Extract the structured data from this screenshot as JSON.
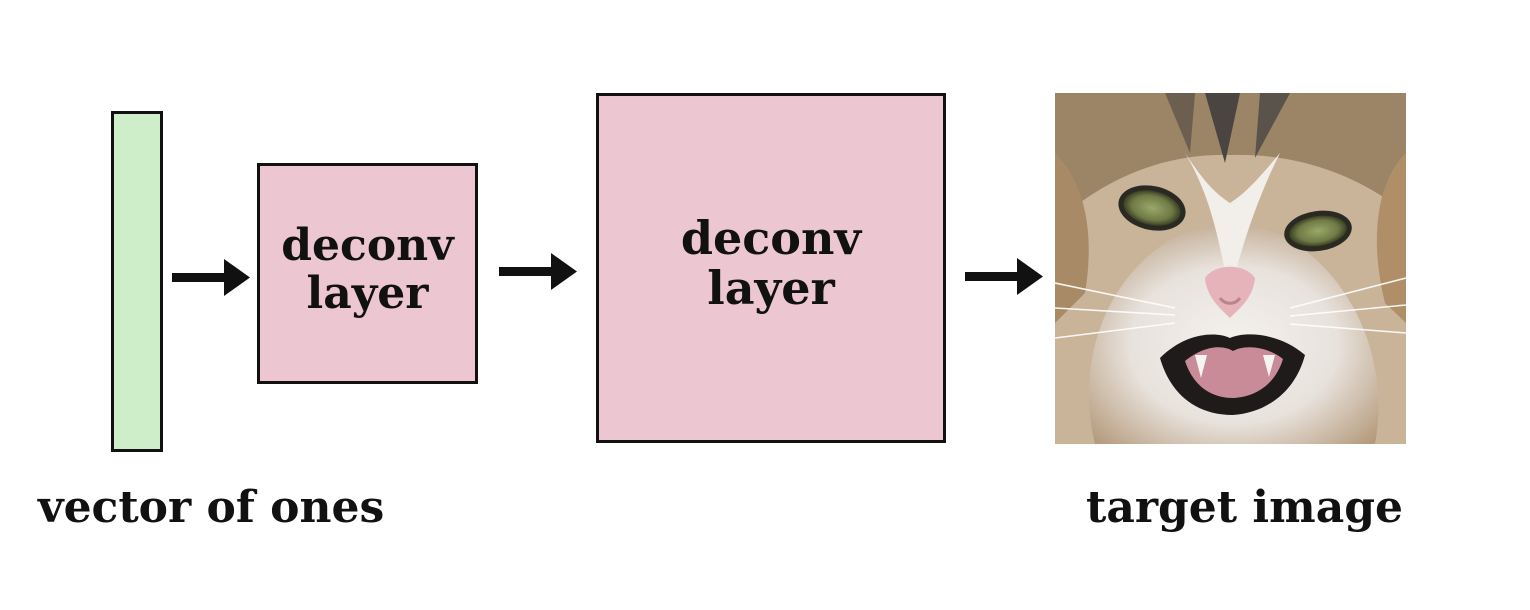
{
  "diagram": {
    "nodes": [
      {
        "id": "vector",
        "label": "",
        "color": "#cdeec8"
      },
      {
        "id": "deconv1",
        "label_line1": "deconv",
        "label_line2": "layer",
        "color": "#ecc6d0"
      },
      {
        "id": "deconv2",
        "label_line1": "deconv",
        "label_line2": "layer",
        "color": "#ecc6d0"
      },
      {
        "id": "target",
        "image": "cat-face-photo"
      }
    ],
    "captions": {
      "left": "vector of ones",
      "right": "target image"
    },
    "edges": [
      {
        "from": "vector",
        "to": "deconv1"
      },
      {
        "from": "deconv1",
        "to": "deconv2"
      },
      {
        "from": "deconv2",
        "to": "target"
      }
    ]
  }
}
